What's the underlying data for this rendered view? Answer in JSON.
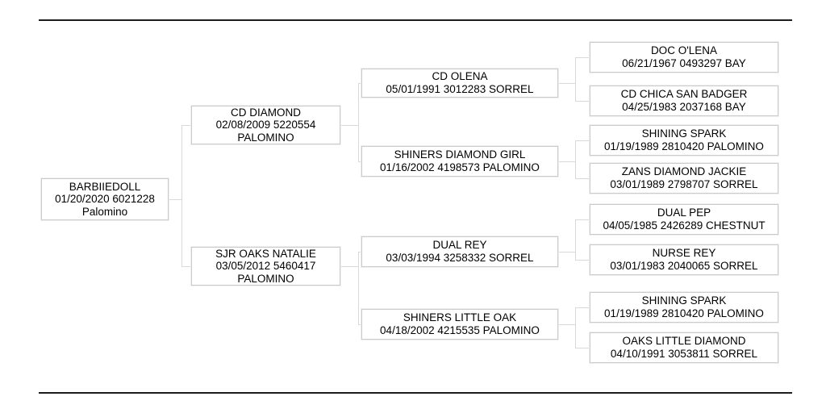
{
  "pedigree": {
    "subject": {
      "name": "BARBIIEDOLL",
      "registration": "01/20/2020 6021228",
      "color": "Palomino"
    },
    "gen2": [
      {
        "name": "CD DIAMOND",
        "registration": "02/08/2009 5220554",
        "color": "PALOMINO"
      },
      {
        "name": "SJR OAKS NATALIE",
        "registration": "03/05/2012 5460417",
        "color": "PALOMINO"
      }
    ],
    "gen3": [
      {
        "name": "CD OLENA",
        "details": "05/01/1991 3012283 SORREL"
      },
      {
        "name": "SHINERS DIAMOND GIRL",
        "details": "01/16/2002 4198573 PALOMINO"
      },
      {
        "name": "DUAL REY",
        "details": "03/03/1994 3258332 SORREL"
      },
      {
        "name": "SHINERS LITTLE OAK",
        "details": "04/18/2002 4215535 PALOMINO"
      }
    ],
    "gen4": [
      {
        "name": "DOC O'LENA",
        "details": "06/21/1967 0493297 BAY"
      },
      {
        "name": "CD CHICA SAN BADGER",
        "details": "04/25/1983 2037168 BAY"
      },
      {
        "name": "SHINING SPARK",
        "details": "01/19/1989 2810420 PALOMINO"
      },
      {
        "name": "ZANS DIAMOND JACKIE",
        "details": "03/01/1989 2798707 SORREL"
      },
      {
        "name": "DUAL PEP",
        "details": "04/05/1985 2426289 CHESTNUT"
      },
      {
        "name": "NURSE REY",
        "details": "03/01/1983 2040065 SORREL"
      },
      {
        "name": "SHINING SPARK",
        "details": "01/19/1989 2810420 PALOMINO"
      },
      {
        "name": "OAKS LITTLE DIAMOND",
        "details": "04/10/1991 3053811 SORREL"
      }
    ],
    "colors": {
      "connector_line": "#d9d9d9",
      "box_border": "#cbcbcb",
      "rule": "#1d1d1d",
      "text": "#000000",
      "background": "#ffffff"
    }
  }
}
